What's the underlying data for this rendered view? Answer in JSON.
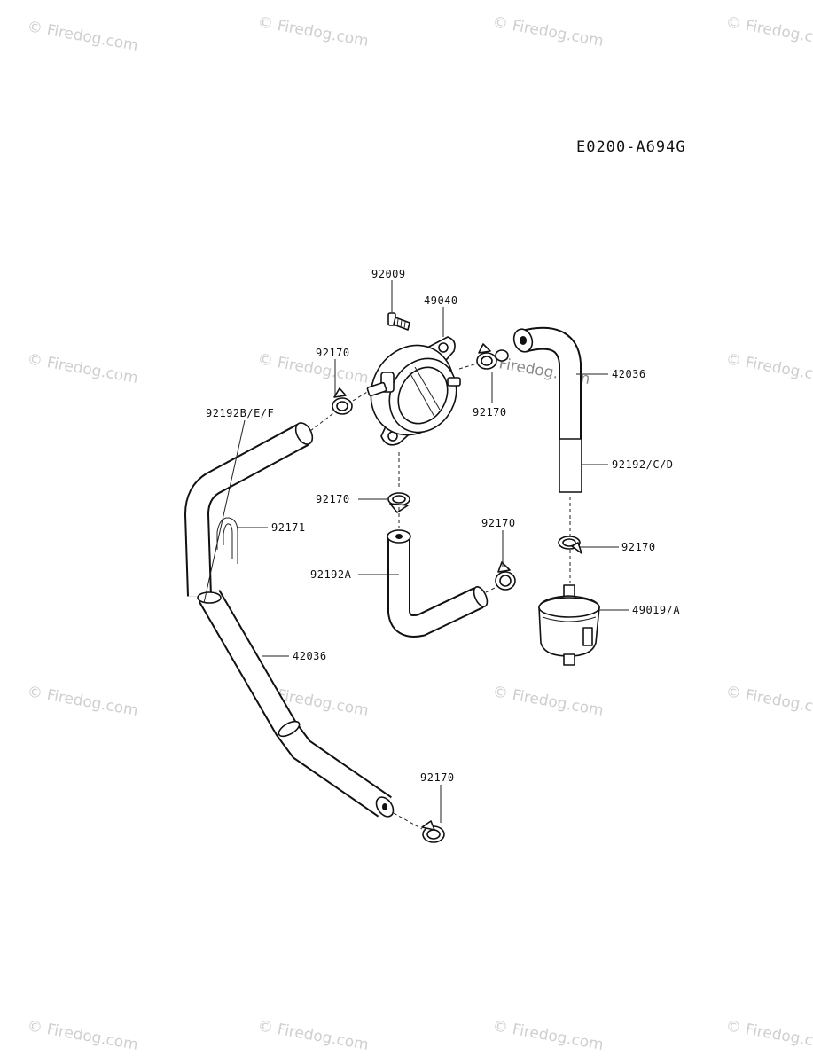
{
  "diagram": {
    "code": "E0200-A694G",
    "watermark": "© Firedog.com",
    "center_watermark": "Firedog.com",
    "labels": {
      "p92009": "92009",
      "p49040": "49040",
      "p92170_left": "92170",
      "p92170_right": "92170",
      "p42036_top": "42036",
      "p92192BEF": "92192B/E/F",
      "p92192CD": "92192/C/D",
      "p92170_mid": "92170",
      "p92171": "92171",
      "p92170_center": "92170",
      "p92170_filter": "92170",
      "p92192A": "92192A",
      "p49019A": "49019/A",
      "p42036_bottom": "42036",
      "p92170_bottom": "92170"
    }
  }
}
